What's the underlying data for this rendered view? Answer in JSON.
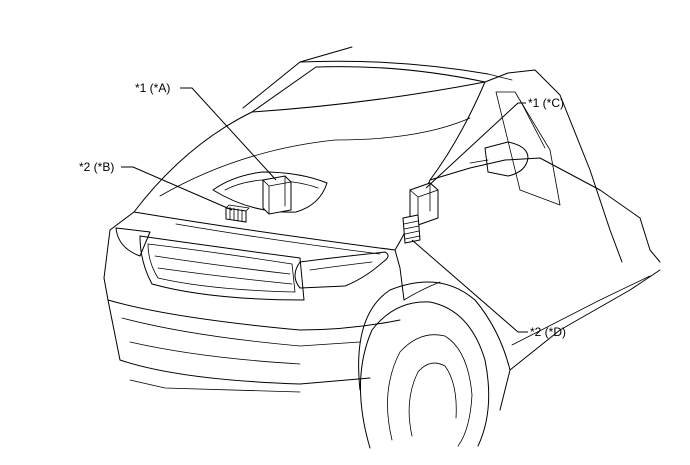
{
  "callouts": {
    "a": "*1 (*A)",
    "b": "*2 (*B)",
    "c": "*1 (*C)",
    "d": "*2 (*D)"
  }
}
